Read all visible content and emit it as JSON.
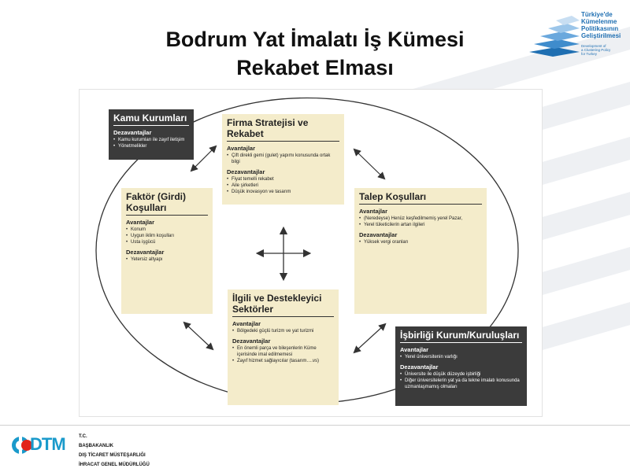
{
  "title_line1": "Bodrum Yat İmalatı İş Kümesi",
  "title_line2": "Rekabet Elması",
  "logo": {
    "line1": "Türkiye'de",
    "line2": "Kümelenme",
    "line3": "Politikasının",
    "line4": "Geliştirilmesi",
    "sub1": "Development of",
    "sub2": "a Clustering Policy",
    "sub3": "for Turkey"
  },
  "boxes": {
    "kamu": {
      "title": "Kamu Kurumları",
      "dez_label": "Dezavantajlar",
      "dez": [
        "Kamu kurumları ile zayıf iletişim",
        "Yönetmelikler"
      ]
    },
    "firma": {
      "title": "Firma Stratejisi ve Rekabet",
      "av_label": "Avantajlar",
      "av": [
        "Çift direkli gemi (gulet) yapımı konusunda ortak bilgi"
      ],
      "dez_label": "Dezavantajlar",
      "dez": [
        "Fiyat temelli rekabet",
        "Aile şirketleri",
        "Düşük inovasyon ve tasarım"
      ]
    },
    "faktor": {
      "title1": "Faktör (Girdi)",
      "title2": "Koşulları",
      "av_label": "Avantajlar",
      "av": [
        "Konum",
        "Uygun iklim koşulları",
        "Usta işgücü"
      ],
      "dez_label": "Dezavantajlar",
      "dez": [
        "Yetersiz altyapı"
      ]
    },
    "talep": {
      "title": "Talep Koşulları",
      "av_label": "Avantajlar",
      "av": [
        "(Neredeyse) Henüz keşfedilmemiş yerel Pazar,",
        "Yerel tüketicilerin artan ilgileri"
      ],
      "dez_label": "Dezavantajlar",
      "dez": [
        "Yüksek vergi oranları"
      ]
    },
    "ilgili": {
      "title1": "İlgili ve Destekleyici",
      "title2": "Sektörler",
      "av_label": "Avantajlar",
      "av": [
        "Bölgedeki güçlü turizm ve yat turizmi"
      ],
      "dez_label": "Dezavantajlar",
      "dez": [
        "En önemli parça ve bileşenlerin Küme içerisinde imal edilmemesi",
        "Zayıf hizmet sağlayıcılar (tasarım….vs)"
      ]
    },
    "isbirligi": {
      "title": "İşbirliği Kurum/Kuruluşları",
      "av_label": "Avantajlar",
      "av": [
        "Yerel üniversitenin varlığı"
      ],
      "dez_label": "Dezavantajlar",
      "dez": [
        "Üniversite ile düşük düzeyde işbirliği",
        "Diğer üniversitelerin yat ya da tekne imalatı konusunda uzmanlaşmamış olmaları"
      ]
    }
  },
  "footer": {
    "logo_text": "DTM",
    "line1": "T.C.",
    "line2": "BAŞBAKANLIK",
    "line3": "DIŞ TİCARET MÜSTEŞARLIĞI",
    "line4": "İHRACAT GENEL MÜDÜRLÜĞÜ"
  },
  "colors": {
    "dark_box": "#3b3b3b",
    "light_box": "#f4eccb",
    "accent": "#1f6fb2",
    "dtm": "#1a9acb"
  }
}
